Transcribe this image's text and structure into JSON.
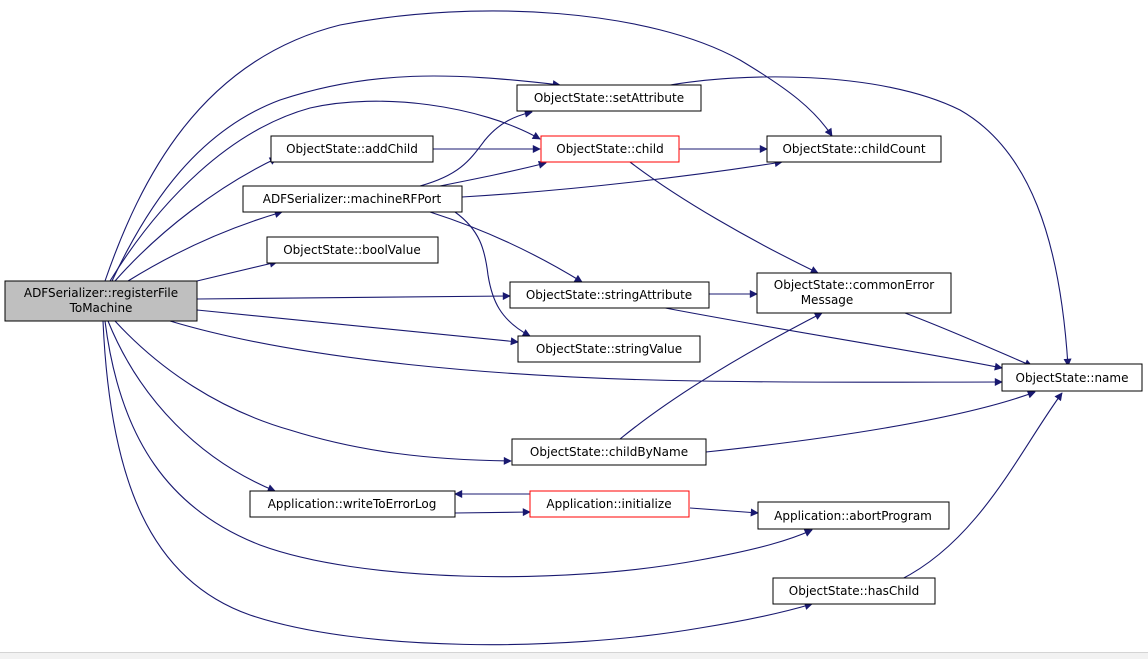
{
  "diagram": {
    "root": {
      "label_line1": "ADFSerializer::registerFile",
      "label_line2": "ToMachine"
    },
    "nodes": {
      "setAttribute": "ObjectState::setAttribute",
      "addChild": "ObjectState::addChild",
      "child": "ObjectState::child",
      "childCount": "ObjectState::childCount",
      "machineRFPort": "ADFSerializer::machineRFPort",
      "boolValue": "ObjectState::boolValue",
      "stringAttribute": "ObjectState::stringAttribute",
      "commonError_line1": "ObjectState::commonError",
      "commonError_line2": "Message",
      "stringValue": "ObjectState::stringValue",
      "name": "ObjectState::name",
      "childByName": "ObjectState::childByName",
      "writeToErrorLog": "Application::writeToErrorLog",
      "initialize": "Application::initialize",
      "abortProgram": "Application::abortProgram",
      "hasChild": "ObjectState::hasChild"
    },
    "colors": {
      "edge": "#191970",
      "node_border": "#000000",
      "node_border_highlight": "#ff0000",
      "root_fill": "#bfbfbf"
    }
  }
}
